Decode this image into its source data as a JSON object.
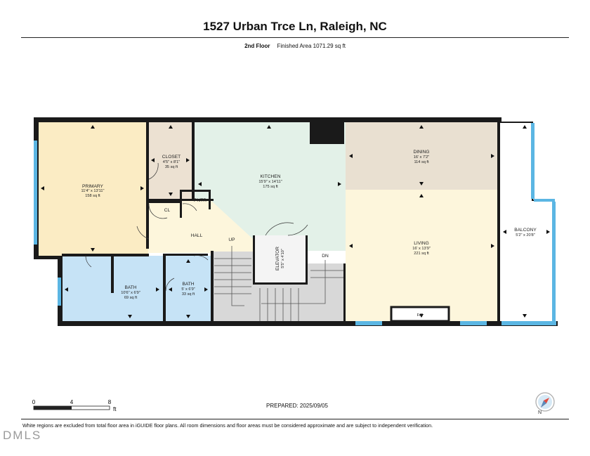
{
  "header": {
    "address": "1527 Urban Trce Ln, Raleigh, NC",
    "floor": "2nd Floor",
    "finished_area": "Finished Area 1071.29 sq ft"
  },
  "rooms": {
    "primary": {
      "name": "PRIMARY",
      "dims": "11'4\" x 13'11\"",
      "area": "158 sq ft"
    },
    "closet": {
      "name": "CLOSET",
      "dims": "4'5\" x 8'1\"",
      "area": "35 sq ft"
    },
    "kitchen": {
      "name": "KITCHEN",
      "dims": "15'9\" x 14'11\"",
      "area": "175 sq ft"
    },
    "dining": {
      "name": "DINING",
      "dims": "16' x 7'2\"",
      "area": "114 sq ft"
    },
    "living": {
      "name": "LIVING",
      "dims": "16' x 13'9\"",
      "area": "221 sq ft"
    },
    "balcony": {
      "name": "BALCONY",
      "dims": "5'2\" x 20'8\""
    },
    "bath1": {
      "name": "BATH",
      "dims": "10'6\" x 6'9\"",
      "area": "69 sq ft"
    },
    "bath2": {
      "name": "BATH",
      "dims": "5' x 6'9\"",
      "area": "33 sq ft"
    },
    "elevator": {
      "name": "ELEVATOR",
      "dims": "5'5\" x 4'10\""
    },
    "pntr": {
      "name": "PNTR"
    },
    "cl": {
      "name": "CL"
    },
    "hall": {
      "name": "HALL"
    },
    "fp": {
      "name": "F/P"
    }
  },
  "stairs": {
    "up": "UP",
    "down": "DN"
  },
  "scale": {
    "ticks": [
      "0",
      "4",
      "8"
    ],
    "unit": "ft"
  },
  "compass": {
    "label": "N"
  },
  "footer": {
    "prepared": "PREPARED: 2025/09/05",
    "disclaimer": "White regions are excluded from total floor area in iGUIDE floor plans. All room dimensions and floor areas must be considered approximate and are subject to independent verification.",
    "watermark": "DMLS"
  },
  "colors": {
    "primary": "#fbecc4",
    "closet": "#ece1d2",
    "kitchen": "#e3f1e8",
    "dining": "#e9e0d1",
    "living": "#fdf6dc",
    "bath": "#c6e3f6",
    "hall": "#fdf6dc",
    "stairs": "#d8d8d8",
    "wall": "#1a1a1a",
    "window": "#5bb6e3"
  }
}
